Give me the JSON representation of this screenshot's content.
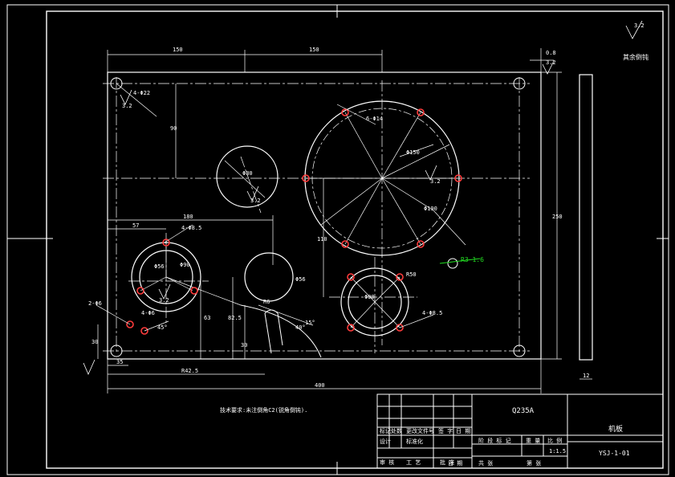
{
  "colors": {
    "background": "#000000",
    "line": "#ffffff",
    "hole": "#ff3b3b",
    "annotation": "#22dd22"
  },
  "roughness": {
    "corner_value": "3.2",
    "corner_note": "其余倒钝",
    "top_right_values": [
      "0.8",
      "3.2"
    ],
    "plate_values": [
      "3.2",
      "3.2",
      "3.2",
      "3.2"
    ],
    "green_callout": "R3 1.6"
  },
  "dimensions": {
    "top_left": "150",
    "top_right": "150",
    "left_vertical": "90",
    "mid_horizontal": "180",
    "left_short": "57",
    "bottom_total": "400",
    "bottom_partial": "R42.5",
    "bottom_left_small": "35",
    "left_height_small": "30",
    "lower_vertical_a": "63",
    "lower_vertical_b": "82.5",
    "lower_vertical_c": "30",
    "center_vertical": "110",
    "right_height": "250",
    "side_width": "12",
    "left_hole_note": "4-Φ22",
    "big_circle_d1": "Φ150",
    "big_circle_d2": "Φ190",
    "big_circle_holes": "6-Φ14",
    "left_circle_d": "Φ80",
    "mid_circle_d": "Φ56",
    "small_circle_d": "Φ56",
    "pcd_left": "Φ90",
    "left_lower_holes": "4-Φ8.5",
    "small_lower_holes": "4-Φ6",
    "br_circle_d": "Φ90",
    "br_circle_r": "R50",
    "br_holes": "4-Φ8.5",
    "slot_note": "R6",
    "angle_a": "45°",
    "angle_b": "40°",
    "small_hole_note": "2-Φ6",
    "angle_note": "15°"
  },
  "note": "技术要求:未注倒角C2(锐角倒钝).",
  "title_block": {
    "material": "Q235A",
    "part_name": "机板",
    "drawing_no": "YSJ-1-01",
    "scale": "1:1.5",
    "headers": [
      "标记",
      "处数",
      "更改文件号",
      "签 字",
      "日 期"
    ],
    "row2": [
      "设计",
      "标准化"
    ],
    "stage_labels": [
      "阶 段 标 记",
      "重 量",
      "比 例"
    ],
    "approval": [
      "审 核",
      "工 艺",
      "批 准"
    ],
    "date_label": "日 期",
    "sheet_labels": [
      "共 张",
      "第 张"
    ]
  }
}
